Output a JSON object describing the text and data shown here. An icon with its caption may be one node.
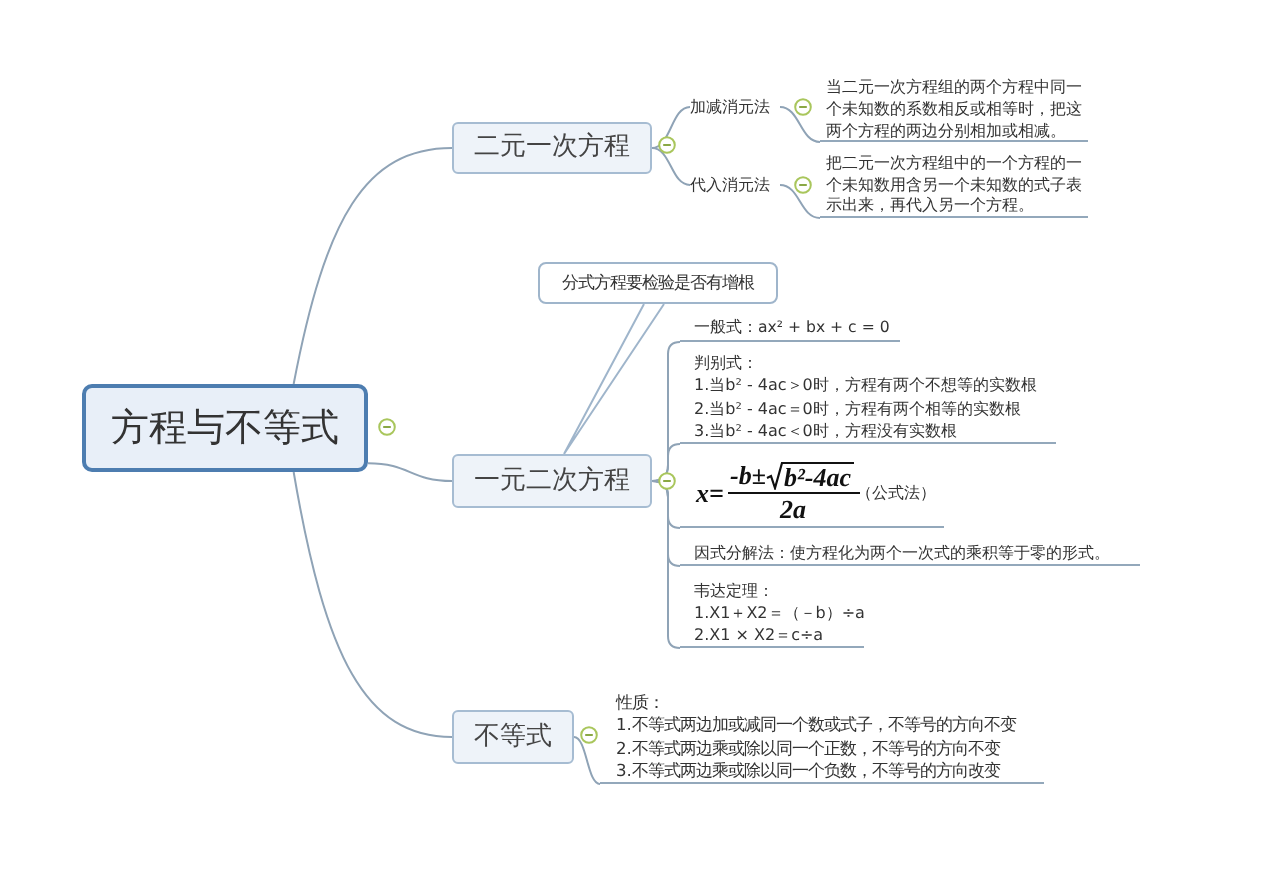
{
  "diagram": {
    "nodes": [
      {
        "text": [
          "方程与不等式"
        ]
      },
      {
        "text": [
          "二元一次方程"
        ]
      },
      {
        "text": [
          "加减消元法"
        ]
      },
      {
        "text": [
          "当二元一次方程组的两个方程中同一个未知数的系数相反或相等时，把这两个方程的两边分别相加或相减。"
        ]
      },
      {
        "text": [
          "代入消元法"
        ]
      },
      {
        "text": [
          "把二元一次方程组中的一个方程的一个未知数用含另一个未知数的式子表示出来，再代入另一个方程。"
        ]
      },
      {
        "text": [
          "分式方程要检验是否有增根"
        ]
      },
      {
        "text": [
          "一元二次方程"
        ]
      },
      {
        "text": [
          "一般式：ax² + bx + c = 0"
        ]
      },
      {
        "text": [
          "判别式：",
          "1.当b² - 4ac＞0时，方程有两个不想等的实数根",
          "2.当b² - 4ac＝0时，方程有两个相等的实数根",
          "3.当b² - 4ac＜0时，方程没有实数根"
        ]
      },
      {
        "text": [
          "x=",
          "-b±",
          "b²-4ac",
          "2a",
          "（公式法）"
        ]
      },
      {
        "text": [
          "因式分解法：使方程化为两个一次式的乘积等于零的形式。"
        ]
      },
      {
        "text": [
          "韦达定理：",
          "1.X1＋X2＝（－b）÷a",
          "2.X1 × X2＝c÷a"
        ]
      },
      {
        "text": [
          "不等式"
        ]
      },
      {
        "text": [
          "性质：",
          "1.不等式两边加或减同一个数或式子，不等号的方向不变",
          "2.不等式两边乘或除以同一个正数，不等号的方向不变",
          "3.不等式两边乘或除以同一个负数，不等号的方向改变"
        ]
      }
    ],
    "edges": [
      {
        "from": 0,
        "to": 1,
        "arrow": "none"
      },
      {
        "from": 0,
        "to": 7,
        "arrow": "none"
      },
      {
        "from": 0,
        "to": 13,
        "arrow": "none"
      },
      {
        "from": 1,
        "to": 2,
        "arrow": "none"
      },
      {
        "from": 1,
        "to": 4,
        "arrow": "none"
      },
      {
        "from": 2,
        "to": 3,
        "arrow": "none"
      },
      {
        "from": 4,
        "to": 5,
        "arrow": "none"
      },
      {
        "from": 6,
        "to": 7,
        "arrow": "none"
      },
      {
        "from": 7,
        "to": 8,
        "arrow": "none"
      },
      {
        "from": 7,
        "to": 9,
        "arrow": "none"
      },
      {
        "from": 7,
        "to": 10,
        "arrow": "none"
      },
      {
        "from": 7,
        "to": 11,
        "arrow": "none"
      },
      {
        "from": 7,
        "to": 12,
        "arrow": "none"
      },
      {
        "from": 13,
        "to": 14,
        "arrow": "none"
      }
    ]
  }
}
